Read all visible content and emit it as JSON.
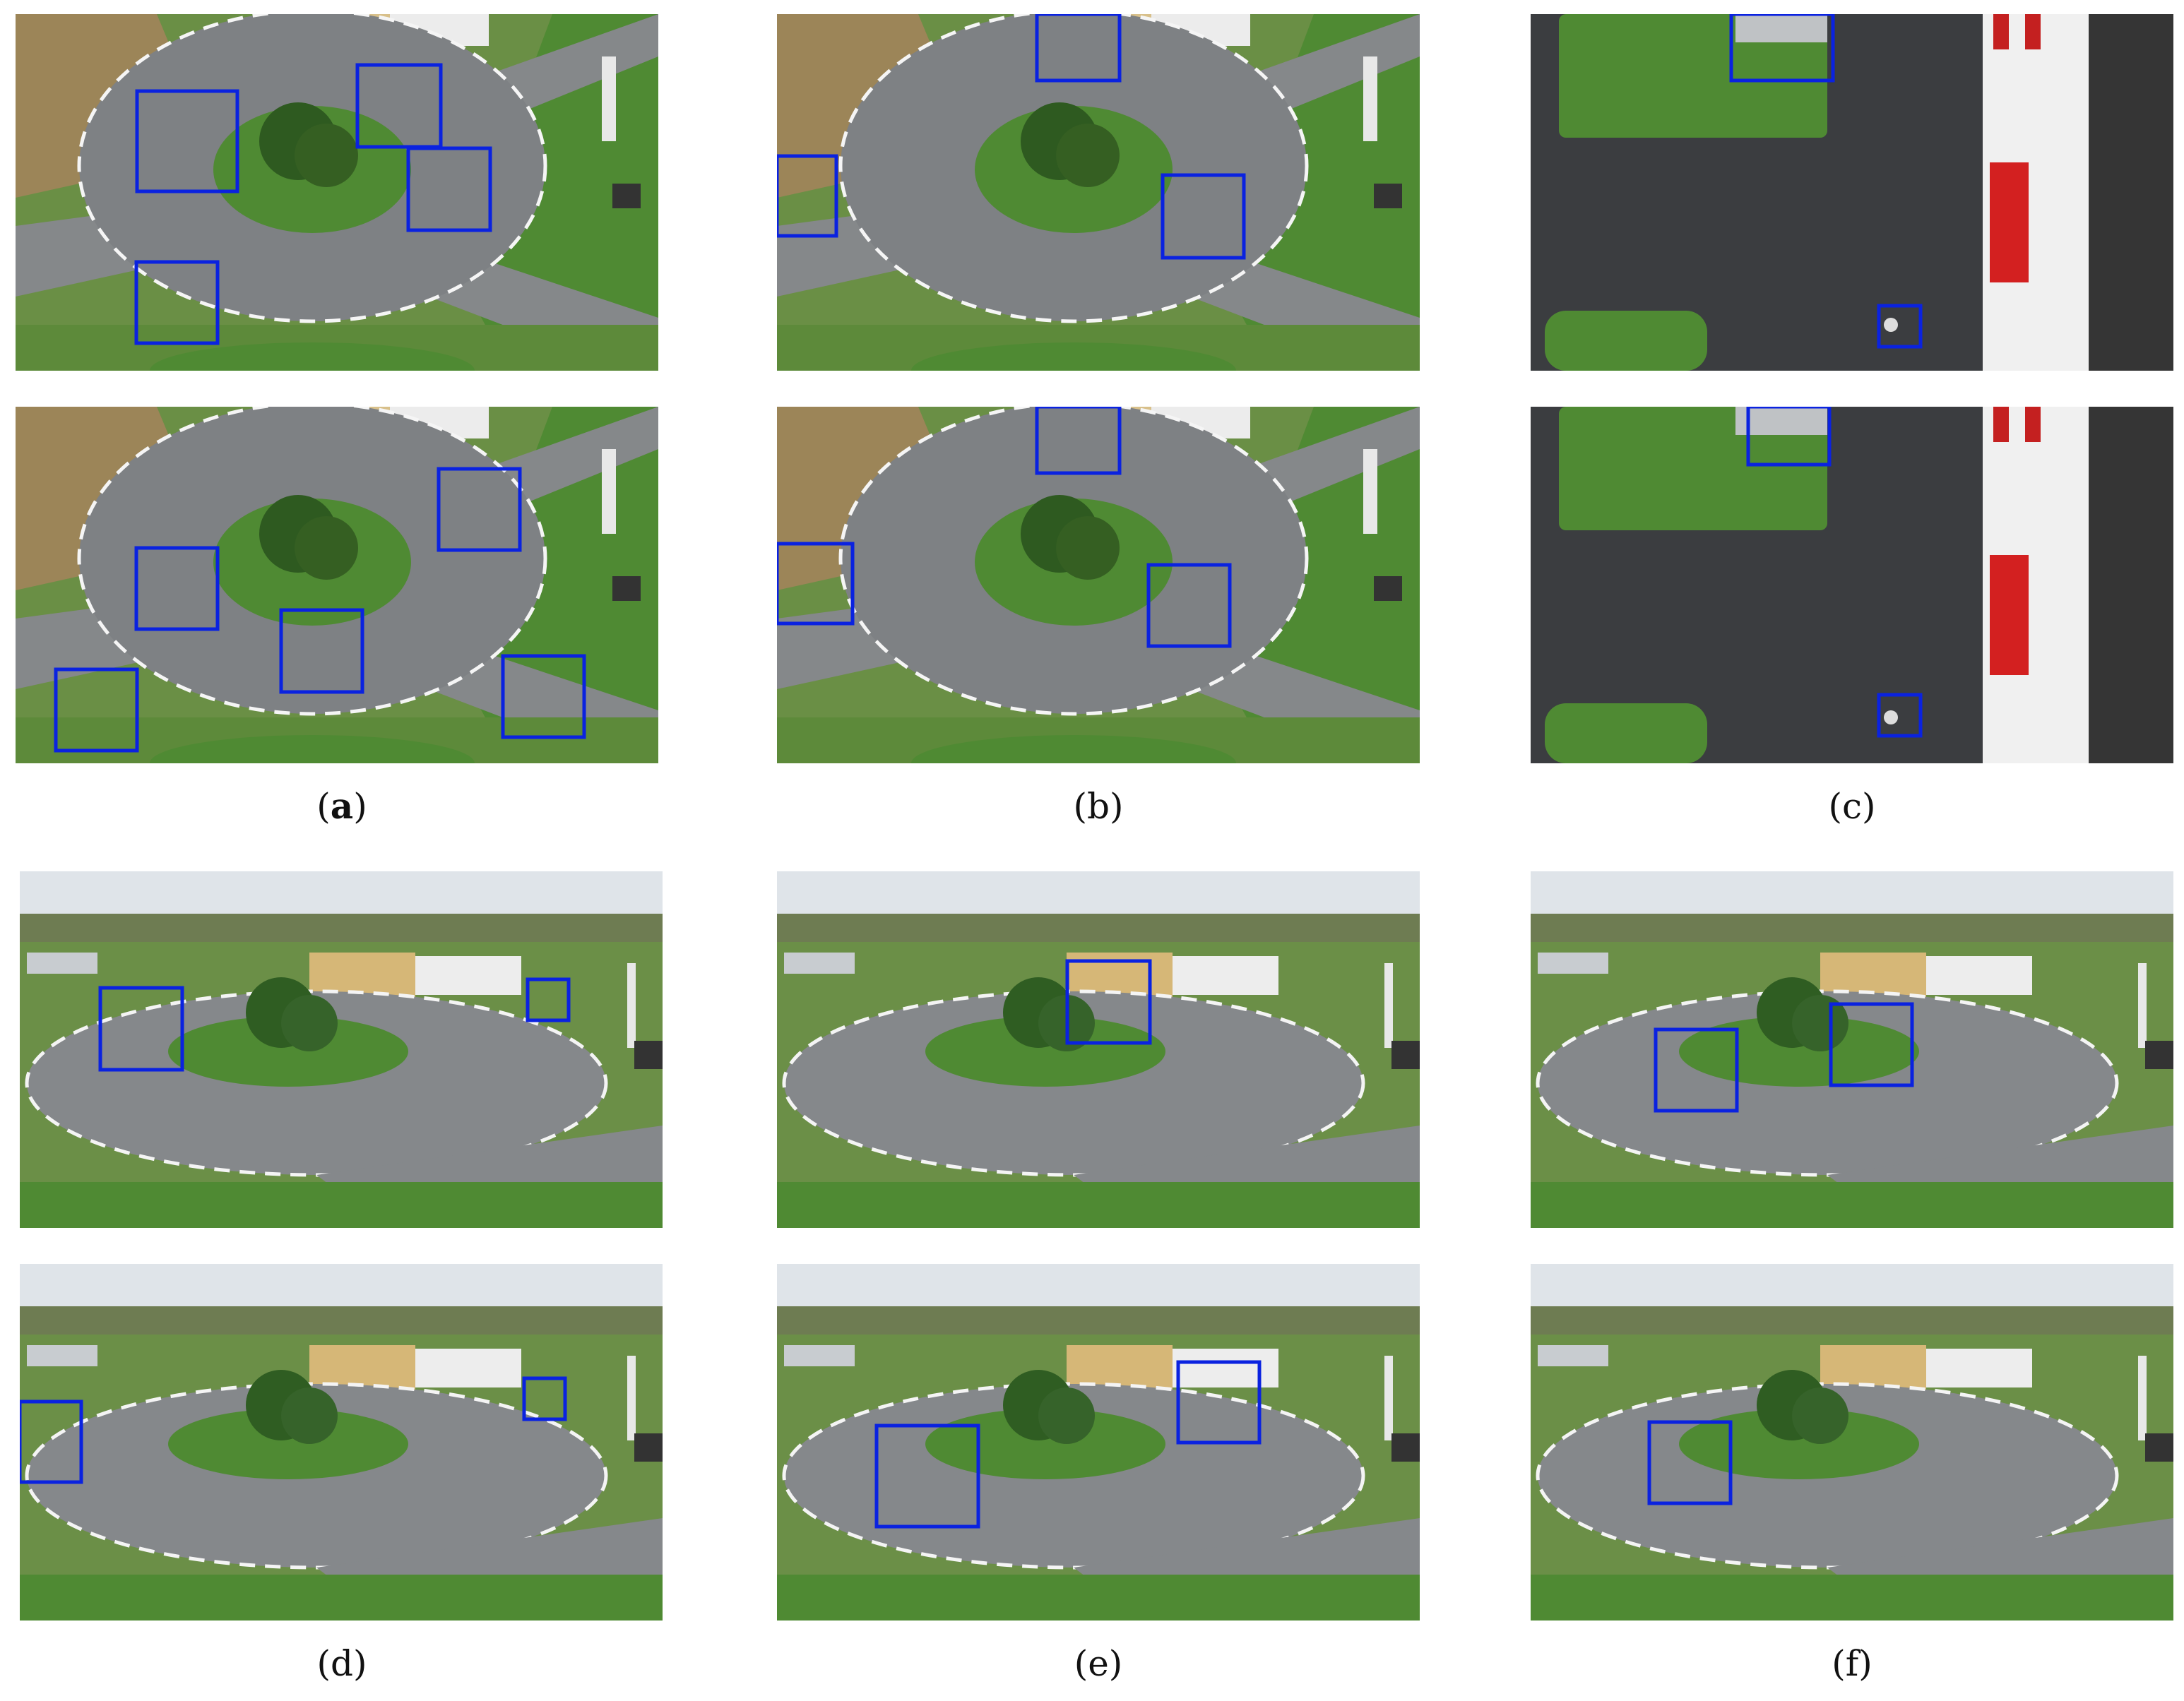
{
  "captions": {
    "a": "a",
    "b": "b",
    "c": "c",
    "d": "d",
    "e": "e",
    "f": "f"
  },
  "colors": {
    "detection_box": "#0a22e0",
    "grass": "#4f8a33",
    "asphalt": "#7e8184",
    "sky": "#dfe4e9",
    "building_wall": "#f2f2f2",
    "building_roof": "#c9a86a"
  }
}
